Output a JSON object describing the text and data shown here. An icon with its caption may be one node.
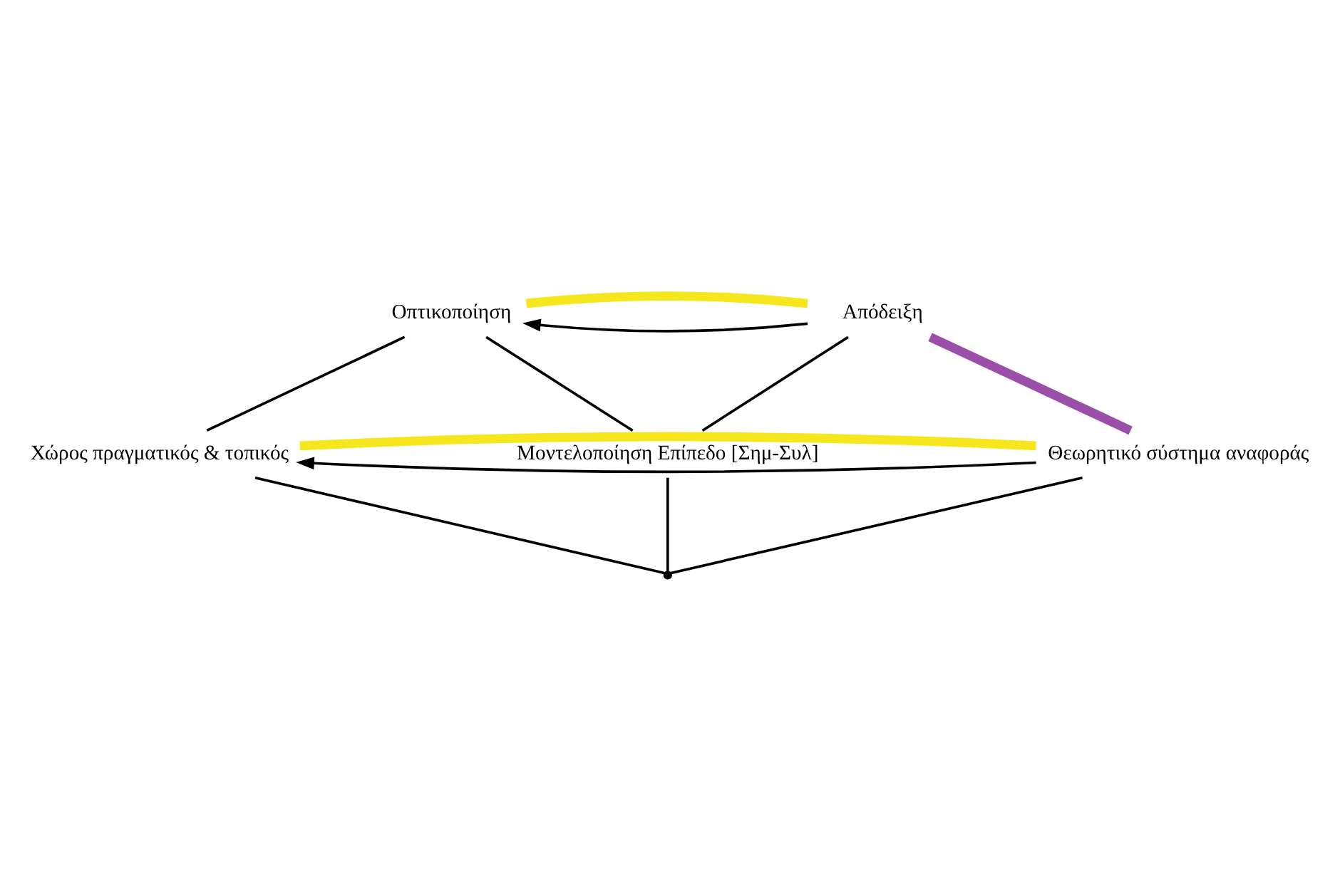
{
  "diagram": {
    "nodes": [
      {
        "text": [
          "Οπτικοποίηση"
        ]
      },
      {
        "text": [
          "Απόδειξη"
        ]
      },
      {
        "text": [
          "Μοντελοποίηση Επίπεδο [Σημ-Συλ]"
        ]
      },
      {
        "text": [
          "Χώρος πραγματικός & τοπικός"
        ]
      },
      {
        "text": [
          "Θεωρητικό σύστημα αναφοράς"
        ]
      },
      {
        "text": [],
        "shape": "point"
      }
    ],
    "edges": [
      {
        "from": 1,
        "to": 0,
        "arrow": "to"
      },
      {
        "from": 0,
        "to": 1,
        "arrow": "none",
        "style": "thick",
        "color": "#f5e61e"
      },
      {
        "from": 1,
        "to": 4,
        "arrow": "none",
        "style": "thick",
        "color": "#9b4fa8"
      },
      {
        "from": 0,
        "to": 3,
        "arrow": "none"
      },
      {
        "from": 0,
        "to": 2,
        "arrow": "none"
      },
      {
        "from": 1,
        "to": 2,
        "arrow": "none"
      },
      {
        "from": 2,
        "to": 5,
        "arrow": "none"
      },
      {
        "from": 4,
        "to": 3,
        "arrow": "to"
      },
      {
        "from": 3,
        "to": 4,
        "arrow": "none",
        "style": "thick",
        "color": "#f5e61e"
      },
      {
        "from": 3,
        "to": 5,
        "arrow": "none"
      },
      {
        "from": 4,
        "to": 5,
        "arrow": "none"
      }
    ]
  }
}
